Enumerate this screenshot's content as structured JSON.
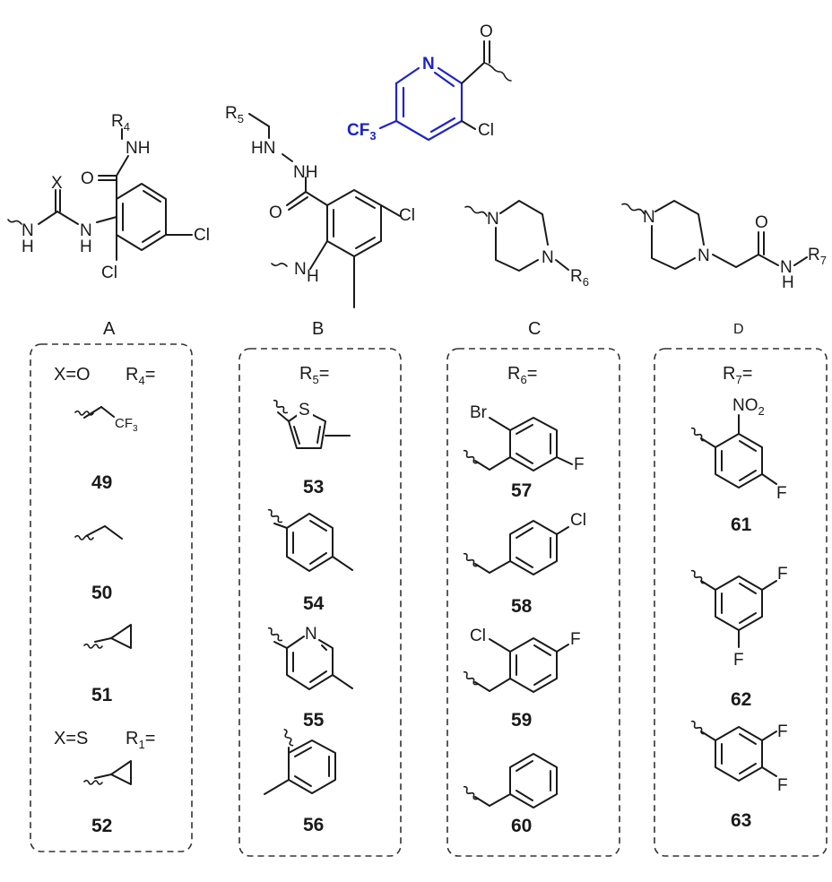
{
  "top_fragment": {
    "ring_atom_N": "N",
    "carbonyl_O": "O",
    "cf3": "CF",
    "cf3_sub": "3",
    "cl": "Cl"
  },
  "scaffolds": {
    "A": {
      "label": "A",
      "atoms": {
        "X": "X",
        "O": "O",
        "NH_amide": "NH",
        "R": "R",
        "R_sub": "4",
        "N1": "N",
        "H1": "H",
        "N2": "N",
        "H2": "H",
        "Cl1": "Cl",
        "Cl2": "Cl"
      }
    },
    "B": {
      "label": "B",
      "atoms": {
        "R": "R",
        "R_sub": "5",
        "HN": "HN",
        "NH": "NH",
        "O": "O",
        "Cl": "Cl",
        "N": "N",
        "H": "H"
      }
    },
    "C": {
      "label": "C",
      "atoms": {
        "N1": "N",
        "N2": "N",
        "R": "R",
        "R_sub": "6"
      }
    },
    "D": {
      "label": "D",
      "atoms": {
        "N1": "N",
        "N2": "N",
        "O": "O",
        "N3": "N",
        "H": "H",
        "R": "R",
        "R_sub": "7"
      }
    }
  },
  "panels": {
    "A": {
      "header1": "X=O",
      "header2_R": "R",
      "header2_sub": "4",
      "header2_eq": "=",
      "cf3": "CF",
      "cf3_sub": "3",
      "header3": "X=S",
      "header4_R": "R",
      "header4_sub": "1",
      "header4_eq": "=",
      "compounds": [
        "49",
        "50",
        "51",
        "52"
      ]
    },
    "B": {
      "header_R": "R",
      "header_sub": "5",
      "header_eq": "=",
      "atoms": {
        "S": "S",
        "N": "N"
      },
      "compounds": [
        "53",
        "54",
        "55",
        "56"
      ]
    },
    "C": {
      "header_R": "R",
      "header_sub": "6",
      "header_eq": "=",
      "atoms": {
        "Br": "Br",
        "F1": "F",
        "Cl1": "Cl",
        "Cl2": "Cl",
        "F2": "F"
      },
      "compounds": [
        "57",
        "58",
        "59",
        "60"
      ]
    },
    "D": {
      "header_R": "R",
      "header_sub": "7",
      "header_eq": "=",
      "atoms": {
        "NO": "NO",
        "NO_sub": "2",
        "F1": "F",
        "F2": "F",
        "F3": "F",
        "F4": "F",
        "F5": "F"
      },
      "compounds": [
        "61",
        "62",
        "63"
      ]
    }
  }
}
